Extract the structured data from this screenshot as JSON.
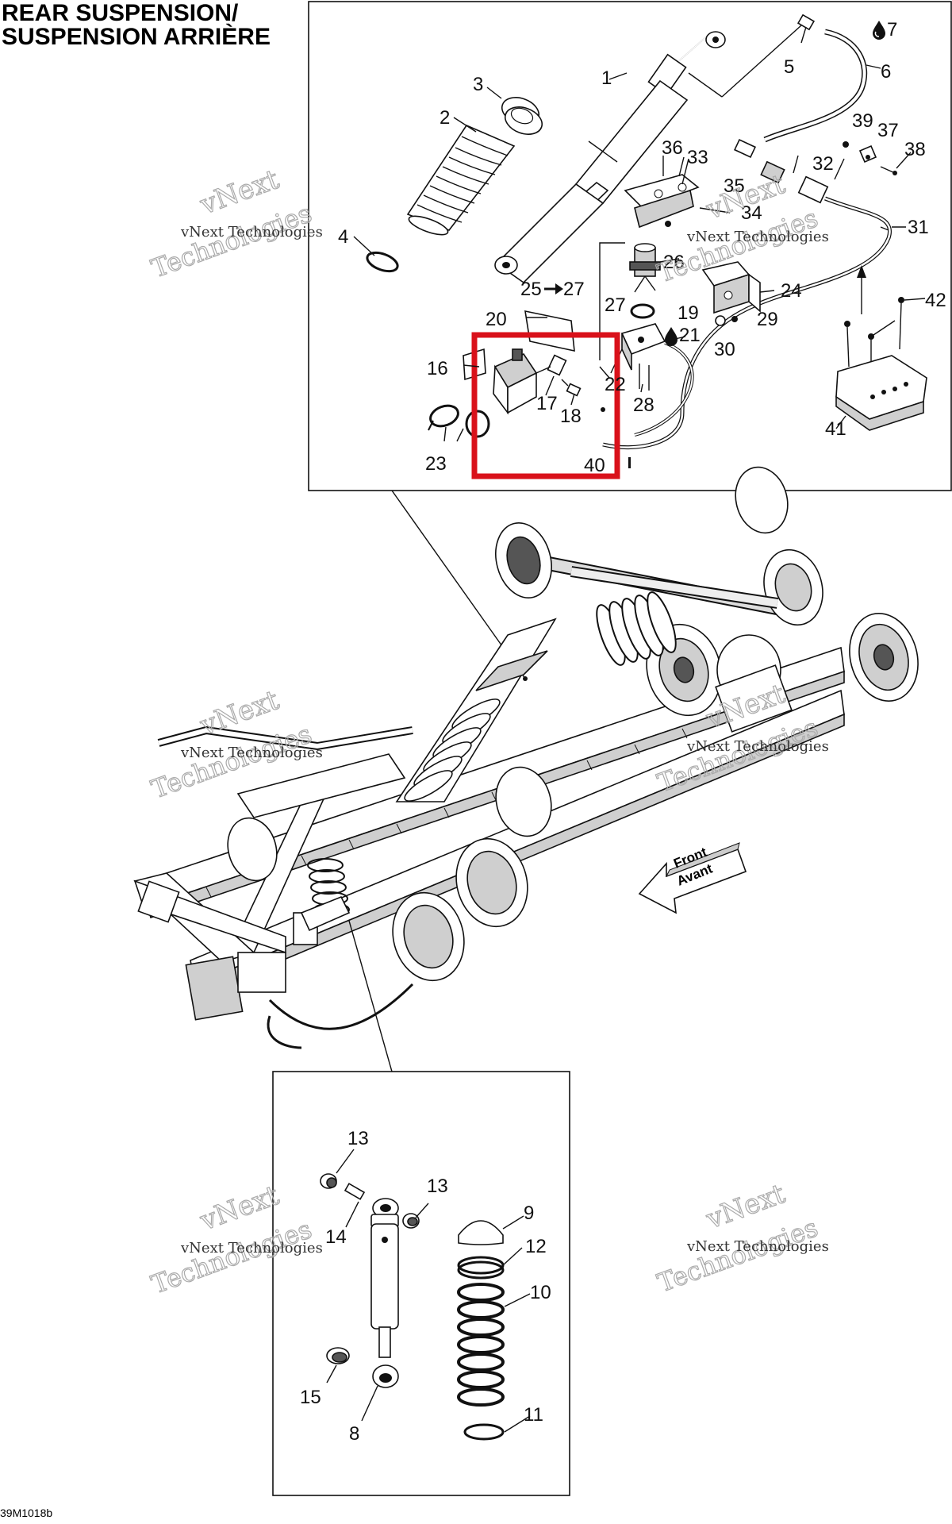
{
  "title": {
    "line1": "REAR SUSPENSION/",
    "line2": "SUSPENSION ARRIÈRE"
  },
  "footer_code": "39M1018b",
  "watermark": {
    "line1": "vNext Technologies",
    "line2": "vNext",
    "line3": "Technologies"
  },
  "direction_label": {
    "line1": "Front",
    "line2": "Avant"
  },
  "callouts": {
    "p1": "1",
    "p2": "2",
    "p3": "3",
    "p4": "4",
    "p5": "5",
    "p6": "6",
    "p7": "7",
    "p8": "8",
    "p9": "9",
    "p10": "10",
    "p11": "11",
    "p12": "12",
    "p13a": "13",
    "p13b": "13",
    "p14": "14",
    "p15": "15",
    "p16": "16",
    "p17": "17",
    "p18": "18",
    "p19": "19",
    "p20": "20",
    "p21": "21",
    "p22": "22",
    "p23": "23",
    "p24": "24",
    "p25": "25",
    "p26": "26",
    "p27": "27",
    "p27b": "27",
    "p28": "28",
    "p29": "29",
    "p30": "30",
    "p31": "31",
    "p32": "32",
    "p33": "33",
    "p34": "34",
    "p35": "35",
    "p36": "36",
    "p37": "37",
    "p38": "38",
    "p39": "39",
    "p40": "40",
    "p41": "41",
    "p42": "42"
  },
  "highlight_color": "#d9111a",
  "icons": [
    "oil-drop-icon",
    "arrow-right-icon"
  ]
}
